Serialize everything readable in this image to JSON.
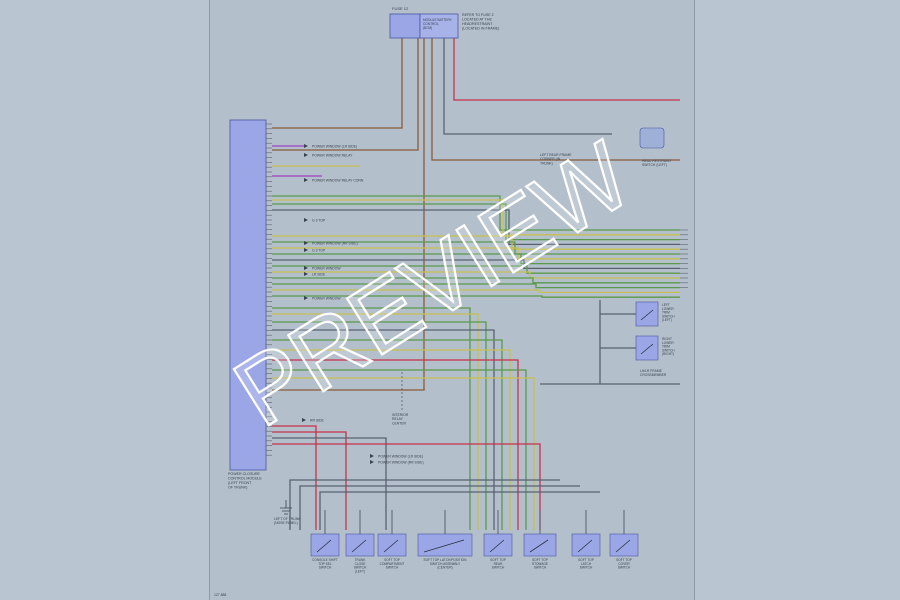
{
  "diagram": {
    "watermark": "PREVIEW",
    "footer_code": "127 888",
    "colors": {
      "module": "#9aa6e6",
      "module_border": "#4a55a0",
      "wire_red": "#c8324a",
      "wire_brown": "#8a5a3a",
      "wire_yellow": "#c8c050",
      "wire_green": "#5a9a4a",
      "wire_gray": "#5a6270",
      "wire_violet": "#a040c0"
    },
    "fuse_block": {
      "label": "FUSE 12",
      "module_lines": [
        "MODULE BATTERY",
        "CONTROL",
        "(BCM)"
      ],
      "note_lines": [
        "REFER TO FUSE 2",
        "LOCATED AT THE",
        "HEADRESTRAINT",
        "(LOCATED IN FRAME)"
      ]
    },
    "control_module": {
      "lines": [
        "POWER CLOSURE",
        "CONTROL MODULE",
        "(LEFT FRONT",
        "OF TRUNK)"
      ]
    },
    "side_note": {
      "lines": [
        "HEAD RESTRAINT",
        "SWITCH (LEFT)"
      ]
    },
    "ground_note": {
      "lines": [
        "LEFT REAR FRAME",
        "CORNER (IN",
        "TRUNK)"
      ]
    },
    "relay_note": {
      "lines": [
        "INTERIOR",
        "RELAY",
        "CENTER"
      ]
    },
    "bottom_note": {
      "lines": [
        "LEFT OF TRUNK",
        "(NOSE PANEL)"
      ]
    },
    "arrow_labels": [
      "POWER WINDOW (LR SIDE)",
      "POWER WINDOW RELAY",
      "POWER WINDOW RELAY CONN",
      "G 3 TOP",
      "POWER WINDOW (RR SIDE)",
      "G 3 TOP",
      "POWER WINDOW",
      "LR SIDE",
      "POWER WINDOW",
      "RR SIDE",
      "POWER WINDOW (LR SIDE)",
      "POWER WINDOW (RR SIDE)"
    ],
    "right_switches": [
      {
        "lines": [
          "LEFT",
          "LOWER",
          "TRIM",
          "SWITCH",
          "(LEFT)"
        ]
      },
      {
        "lines": [
          "RIGHT",
          "LOWER",
          "TRIM",
          "SWITCH",
          "(RIGHT)"
        ]
      }
    ],
    "right_switch_note": [
      "LH/LR FRAME",
      "CROSSMEMBER"
    ],
    "bottom_components": [
      {
        "lines": [
          "CONSOLE SHIFT",
          "TOP SEL",
          "SWITCH"
        ]
      },
      {
        "lines": [
          "TRUNK",
          "CLOSE",
          "SWITCH",
          "(LEFT)"
        ]
      },
      {
        "lines": [
          "SOFT TOP",
          "COMPARTMENT",
          "SWITCH"
        ]
      },
      {
        "lines": [
          "SOFT TOP LATCH/POSITION",
          "SWITCH ASSEMBLY",
          "(CENTER)"
        ]
      },
      {
        "lines": [
          "SOFT TOP",
          "REAR",
          "SWITCH"
        ]
      },
      {
        "lines": [
          "SOFT TOP",
          "STOWAGE",
          "SWITCH"
        ]
      },
      {
        "lines": [
          "SOFT TOP",
          "LATCH",
          "SWITCH"
        ]
      },
      {
        "lines": [
          "SOFT TOP",
          "COVER",
          "SWITCH"
        ]
      }
    ]
  }
}
